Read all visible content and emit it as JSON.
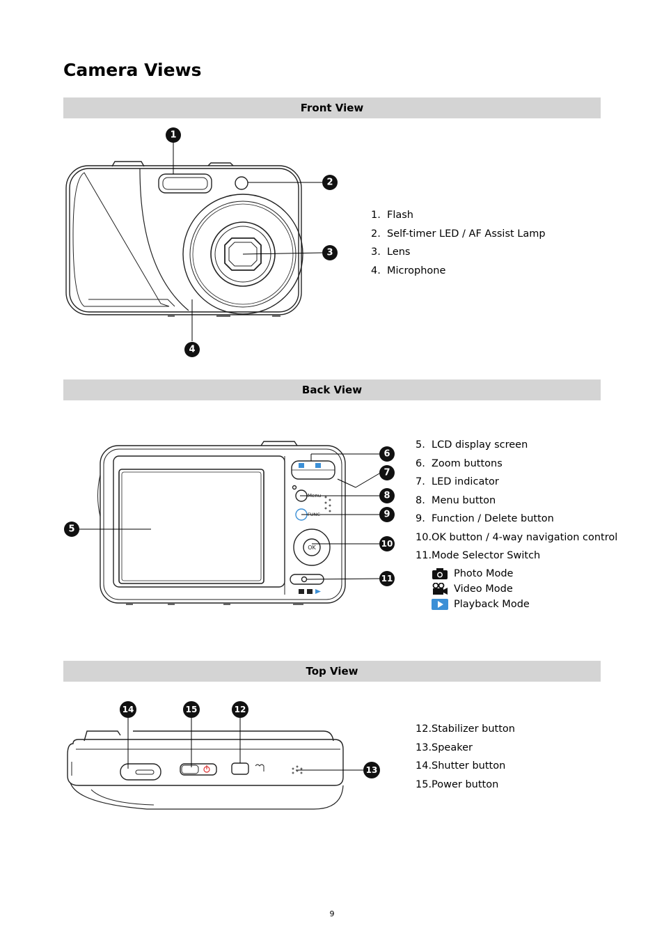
{
  "page": {
    "title": "Camera Views",
    "page_number": "9"
  },
  "front": {
    "heading": "Front View",
    "callouts": [
      "1",
      "2",
      "3",
      "4"
    ],
    "items": [
      {
        "num": "1.",
        "label": "Flash"
      },
      {
        "num": "2.",
        "label": "Self-timer LED / AF Assist Lamp"
      },
      {
        "num": "3.",
        "label": "Lens"
      },
      {
        "num": "4.",
        "label": "Microphone"
      }
    ]
  },
  "back": {
    "heading": "Back View",
    "callouts": [
      "5",
      "6",
      "7",
      "8",
      "9",
      "10",
      "11"
    ],
    "camera_text": {
      "menu": "Menu",
      "func": "FUNC",
      "ok": "OK"
    },
    "items": [
      {
        "num": "5.",
        "label": "LCD display screen"
      },
      {
        "num": "6.",
        "label": "Zoom buttons"
      },
      {
        "num": "7.",
        "label": "LED indicator"
      },
      {
        "num": "8.",
        "label": "Menu button"
      },
      {
        "num": "9.",
        "label": "Function / Delete button"
      },
      {
        "num": "10.",
        "label": "OK button / 4-way navigation control"
      },
      {
        "num": "11.",
        "label": "Mode Selector Switch"
      }
    ],
    "modes": [
      {
        "icon": "photo-mode-icon",
        "label": "Photo Mode"
      },
      {
        "icon": "video-mode-icon",
        "label": "Video Mode"
      },
      {
        "icon": "playback-mode-icon",
        "label": "Playback Mode"
      }
    ]
  },
  "top": {
    "heading": "Top View",
    "callouts": [
      "14",
      "15",
      "12",
      "13"
    ],
    "items": [
      {
        "num": "12.",
        "label": "Stabilizer button"
      },
      {
        "num": "13.",
        "label": "Speaker"
      },
      {
        "num": "14.",
        "label": "Shutter button"
      },
      {
        "num": "15.",
        "label": "Power button"
      }
    ]
  },
  "colors": {
    "section_bar": "#d4d4d4",
    "playback_icon": "#3b8fd6",
    "callout_fill": "#111111"
  }
}
